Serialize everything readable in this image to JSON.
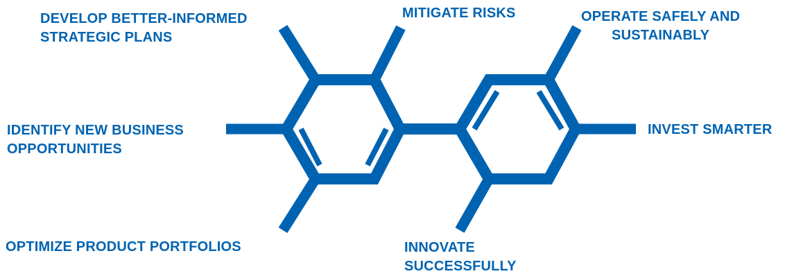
{
  "diagram": {
    "color": "#0063B1",
    "motif": "biphenyl-molecule",
    "labels": {
      "develop": [
        "DEVELOP BETTER-INFORMED",
        "STRATEGIC PLANS"
      ],
      "mitigate": [
        "MITIGATE RISKS"
      ],
      "operate": [
        "OPERATE SAFELY AND",
        "SUSTAINABLY"
      ],
      "identify": [
        "IDENTIFY NEW BUSINESS",
        "OPPORTUNITIES"
      ],
      "invest": [
        "INVEST SMARTER"
      ],
      "optimize": [
        "OPTIMIZE PRODUCT PORTFOLIOS"
      ],
      "innovate": [
        "INNOVATE",
        "SUCCESSFULLY"
      ]
    }
  }
}
